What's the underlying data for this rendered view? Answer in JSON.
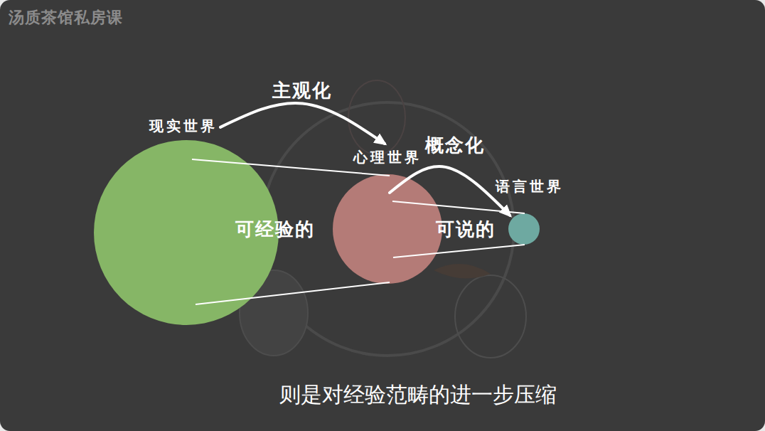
{
  "diagram": {
    "caption": "则是对经验范畴的进一步压缩",
    "nodes": [
      {
        "text": [
          "现实世界"
        ]
      },
      {
        "text": [
          "心理世界"
        ]
      },
      {
        "text": [
          "语言世界"
        ]
      }
    ],
    "edges": [
      {
        "from": 0,
        "to": 1,
        "arrow": "to",
        "label": "主观化"
      },
      {
        "from": 1,
        "to": 2,
        "arrow": "to",
        "label": "概念化"
      }
    ],
    "labels": [
      "汤质茶馆私房课",
      "可经验的",
      "可说的"
    ]
  }
}
